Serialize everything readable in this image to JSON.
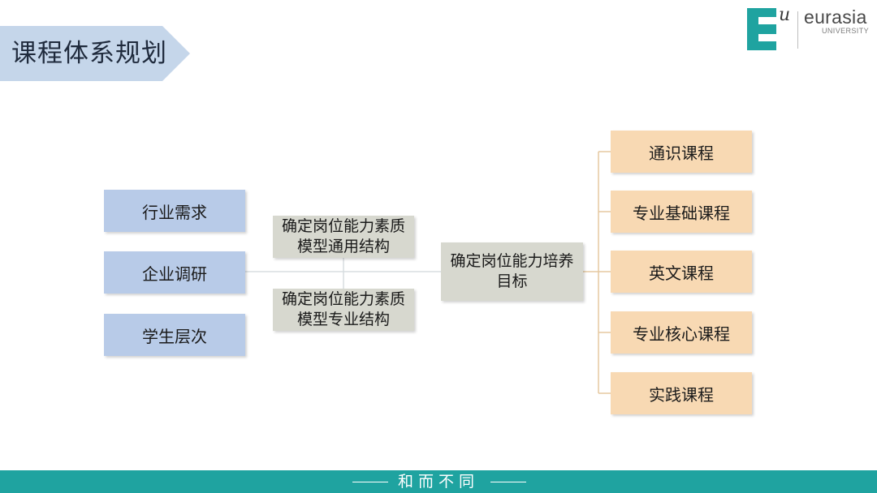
{
  "header": {
    "title": "课程体系规划",
    "ribbon_color": "#c5d6ea"
  },
  "logo": {
    "mark_letter": "E",
    "mark_superscript": "u",
    "name": "eurasia",
    "subtitle": "UNIVERSITY",
    "brand_color": "#1fa3a0"
  },
  "diagram": {
    "inputs": [
      {
        "label": "行业需求"
      },
      {
        "label": "企业调研"
      },
      {
        "label": "学生层次"
      }
    ],
    "middle": [
      {
        "line1": "确定岗位能力素质",
        "line2": "模型通用结构"
      },
      {
        "line1": "确定岗位能力素质",
        "line2": "模型专业结构"
      }
    ],
    "goal": {
      "line1": "确定岗位能力培养",
      "line2": "目标"
    },
    "courses": [
      {
        "label": "通识课程"
      },
      {
        "label": "专业基础课程"
      },
      {
        "label": "英文课程"
      },
      {
        "label": "专业核心课程"
      },
      {
        "label": "实践课程"
      }
    ],
    "colors": {
      "input_box": "#b8cbe8",
      "middle_box": "#d7d8cf",
      "course_box": "#f8d9b3",
      "connector": "#e5c9a0"
    }
  },
  "footer": {
    "motto": "和而不同",
    "color": "#1fa3a0"
  }
}
